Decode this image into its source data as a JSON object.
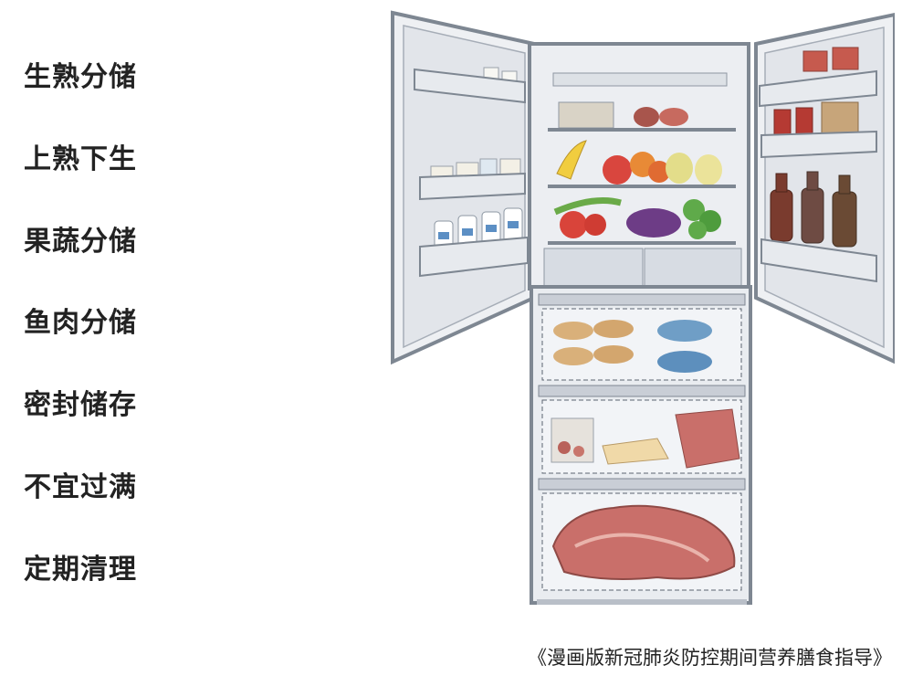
{
  "tips": [
    "生熟分储",
    "上熟下生",
    "果蔬分储",
    "鱼肉分储",
    "密封储存",
    "不宜过满",
    "定期清理"
  ],
  "caption": "《漫画版新冠肺炎防控期间营养膳食指导》",
  "colors": {
    "frame": "#8e97a3",
    "interior": "#eceef2",
    "meat": "#c96f6a",
    "fish": "#6f9ec6",
    "wine": "#7a3b2e"
  }
}
